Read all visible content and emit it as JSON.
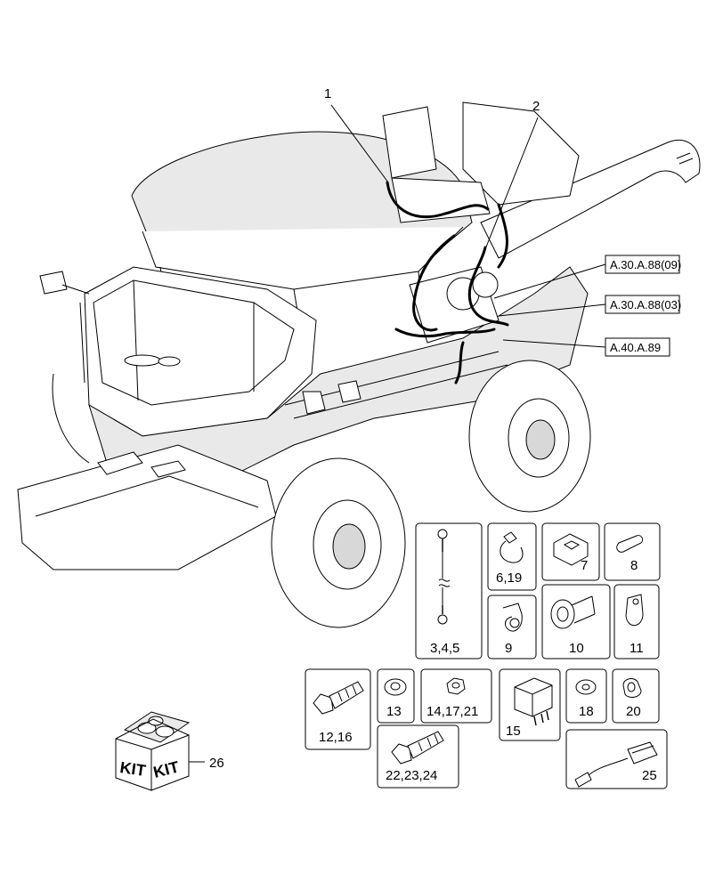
{
  "callouts": {
    "c1": "1",
    "c2": "2",
    "c26": "26"
  },
  "references": [
    "A.30.A.88(09)",
    "A.30.A.88(03)",
    "A.40.A.89"
  ],
  "parts": {
    "p345": "3,4,5",
    "p619": "6,19",
    "p7": "7",
    "p8": "8",
    "p9": "9",
    "p10": "10",
    "p11": "11",
    "p1216": "12,16",
    "p13": "13",
    "p141721": "14,17,21",
    "p15": "15",
    "p18": "18",
    "p20": "20",
    "p222324": "22,23,24",
    "p25": "25"
  },
  "kit": {
    "left": "KIT",
    "right": "KIT"
  }
}
